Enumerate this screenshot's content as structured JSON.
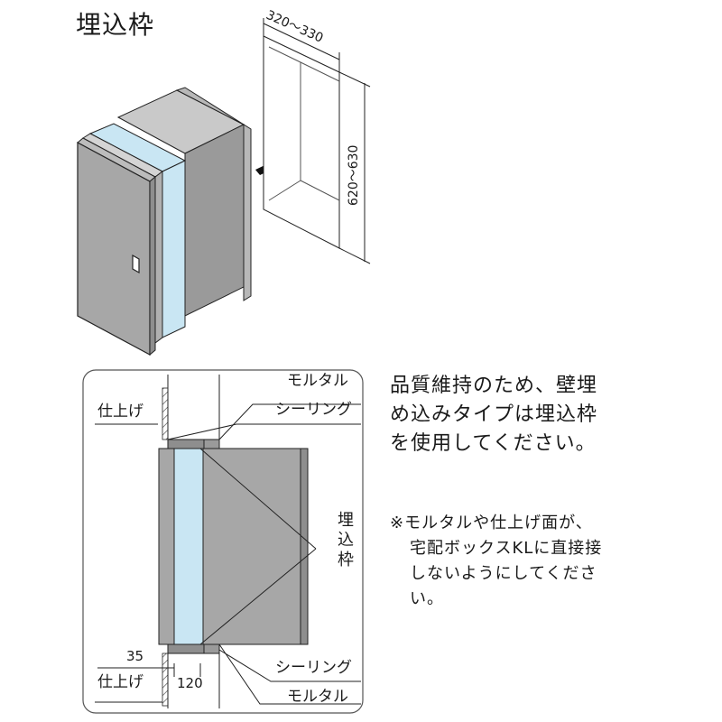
{
  "title": "埋込枠",
  "top_dims": {
    "width": "320～330",
    "height": "620～630"
  },
  "labels": {
    "mortar": "モルタル",
    "sealing": "シーリング",
    "finish": "仕上げ",
    "frame": "埋込枠",
    "dim_35": "35",
    "dim_120": "120"
  },
  "note": {
    "line1": "品質維持のため、壁埋",
    "line2": "め込みタイプは埋込枠",
    "line3": "を使用してください。"
  },
  "caution": {
    "line1": "※モルタルや仕上げ面が、",
    "line2": "宅配ボックスKLに直接接",
    "line3": "しないようにしてくださ",
    "line4": "い。"
  },
  "colors": {
    "box_gray": "#a7a7a7",
    "box_dark": "#8e8e8e",
    "glass_blue": "#c9e6f3",
    "line": "#222222"
  }
}
